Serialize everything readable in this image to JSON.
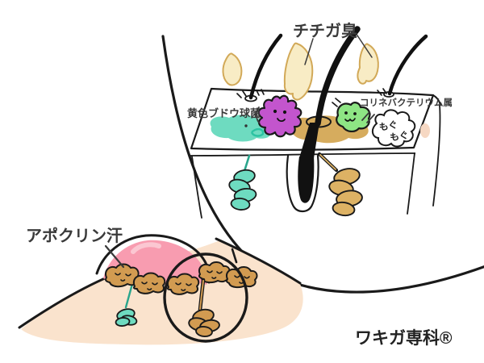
{
  "labels": {
    "odor": "チチガ臭",
    "staph": "黄色ブドウ球菌",
    "coryne": "コリネバクテリウム属",
    "apocrine": "アポクリン汗",
    "munch_line1": "もぐ",
    "munch_line2": "もぐ",
    "brand": "ワキガ専科®"
  },
  "colors": {
    "skin": "#fae3cd",
    "areola_pink": "#f89cb0",
    "areola_shine": "#fbc7d2",
    "sweat_brown": "#d29b51",
    "gland_tan": "#ddb264",
    "eccrine_teal": "#6edbc0",
    "teal_dark": "#2cc3a2",
    "staph_purple": "#c355cd",
    "coryne_green": "#8ee584",
    "sebum_tan": "#d6ac5e",
    "odor_cream": "#f8ecc5",
    "odor_edge": "#d2a958",
    "outline": "#1a1a1a",
    "text_dark": "#3a3a3a"
  }
}
